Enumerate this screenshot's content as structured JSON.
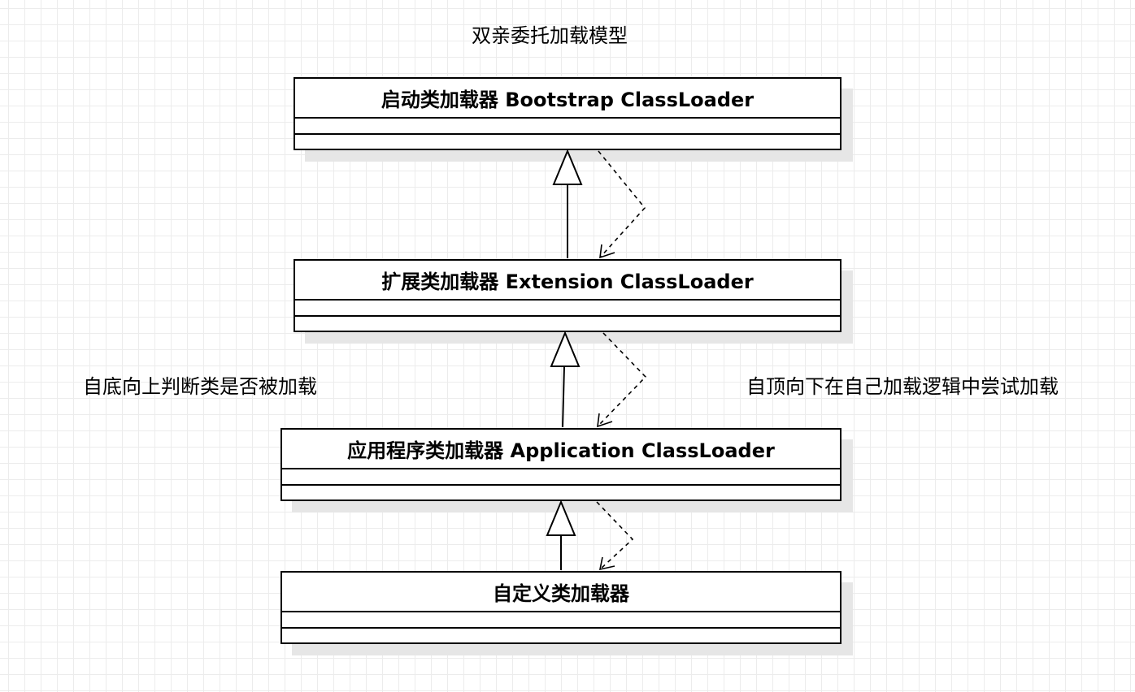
{
  "title": "双亲委托加载模型",
  "left_label": "自底向上判断类是否被加载",
  "right_label": "自顶向下在自己加载逻辑中尝试加载",
  "classes": [
    {
      "name": "启动类加载器 Bootstrap ClassLoader"
    },
    {
      "name": "扩展类加载器 Extension ClassLoader"
    },
    {
      "name": "应用程序类加载器 Application ClassLoader"
    },
    {
      "name": "自定义类加载器"
    }
  ]
}
